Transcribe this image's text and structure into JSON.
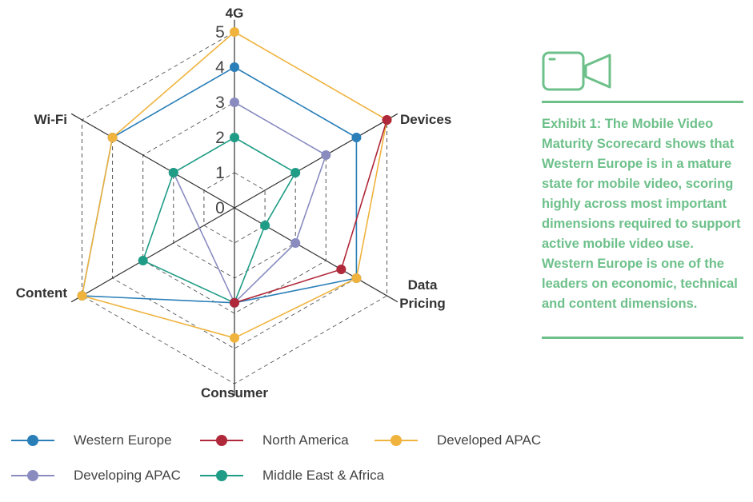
{
  "accent_color": "#6dc08a",
  "caption": "Exhibit 1: The Mobile Video Maturity Scorecard shows that Western Europe is in a mature state for mobile video, scoring highly across most important dimensions required to support active mobile video use. Western Europe is one of the leaders on economic, technical and content dimensions.",
  "icons": {
    "camera": "video-camera-icon"
  },
  "chart_data": {
    "type": "radar",
    "axes": [
      "4G",
      "Devices",
      "Data Pricing",
      "Consumer",
      "Content",
      "Wi-Fi"
    ],
    "axis_label_lines": [
      [
        "4G"
      ],
      [
        "Devices"
      ],
      [
        "Data",
        "Pricing"
      ],
      [
        "Consumer"
      ],
      [
        "Content"
      ],
      [
        "Wi-Fi"
      ]
    ],
    "rlim": [
      0,
      5
    ],
    "ticks": [
      0,
      1,
      2,
      3,
      4,
      5
    ],
    "tick_labels": [
      "0",
      "1",
      "2",
      "3",
      "4",
      "5"
    ],
    "grid": true,
    "legend_position": "bottom",
    "series": [
      {
        "name": "Western Europe",
        "color": "#2a7fb8",
        "values": [
          4,
          4,
          4,
          2.7,
          5,
          4
        ]
      },
      {
        "name": "North America",
        "color": "#b0293a",
        "values": [
          null,
          5,
          3.5,
          2.7,
          null,
          null
        ]
      },
      {
        "name": "Developed APAC",
        "color": "#efb33e",
        "values": [
          5,
          5,
          4,
          3.7,
          5,
          4
        ]
      },
      {
        "name": "Developing APAC",
        "color": "#8a8cc0",
        "values": [
          3,
          3,
          2,
          2.7,
          null,
          2
        ]
      },
      {
        "name": "Middle East & Africa",
        "color": "#1f9c86",
        "values": [
          2,
          2,
          1,
          2.7,
          3,
          2
        ]
      }
    ]
  }
}
